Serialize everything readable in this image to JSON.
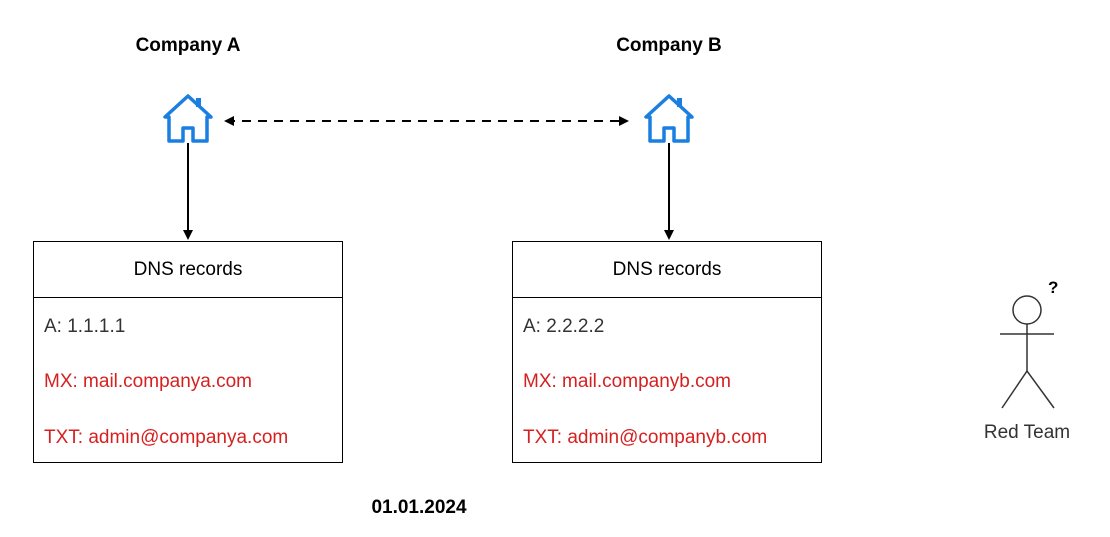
{
  "company_a": {
    "title": "Company A",
    "dns": {
      "header": "DNS records",
      "a_record": "A: 1.1.1.1",
      "mx_record": "MX: mail.companya.com",
      "txt_record": "TXT: admin@companya.com"
    }
  },
  "company_b": {
    "title": "Company B",
    "dns": {
      "header": "DNS records",
      "a_record": "A: 2.2.2.2",
      "mx_record": "MX: mail.companyb.com",
      "txt_record": "TXT: admin@companyb.com"
    }
  },
  "actor": {
    "label": "Red Team",
    "annotation": "?"
  },
  "date": "01.01.2024",
  "colors": {
    "house_icon": "#1a7fe0",
    "record_highlight": "#d62020",
    "text": "#333333",
    "line": "#000000"
  },
  "icons": {
    "company_icon": "house-icon",
    "actor_icon": "stick-figure-icon"
  }
}
